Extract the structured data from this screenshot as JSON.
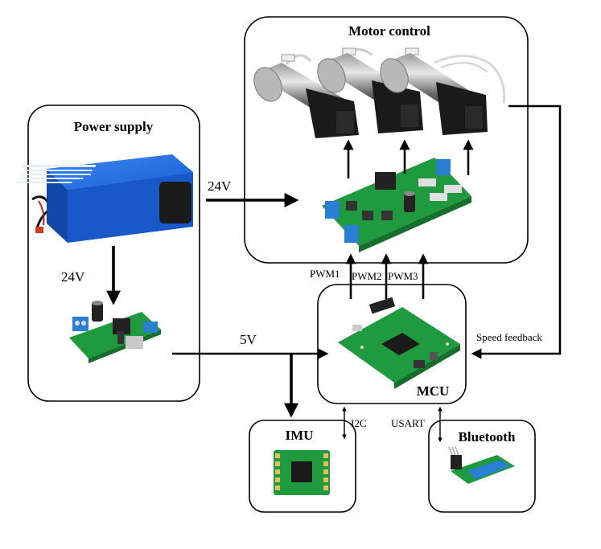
{
  "blocks": {
    "power_supply": "Power supply",
    "motor_control": "Motor control",
    "mcu": "MCU",
    "imu": "IMU",
    "bluetooth": "Bluetooth"
  },
  "connections": {
    "battery_to_driver": "24V",
    "battery_to_converter": "24V",
    "converter_to_mcu": "5V",
    "pwm1": "PWM1",
    "pwm2": "PWM2",
    "pwm3": "PWM3",
    "speed_feedback": "Speed feedback",
    "i2c": "I2C",
    "usart": "USART"
  },
  "colors": {
    "battery_blue": "#1a5fd6",
    "pcb_green": "#1f9a3e",
    "connector_blue": "#2a7fd0",
    "motor_black": "#1a1a1a"
  }
}
